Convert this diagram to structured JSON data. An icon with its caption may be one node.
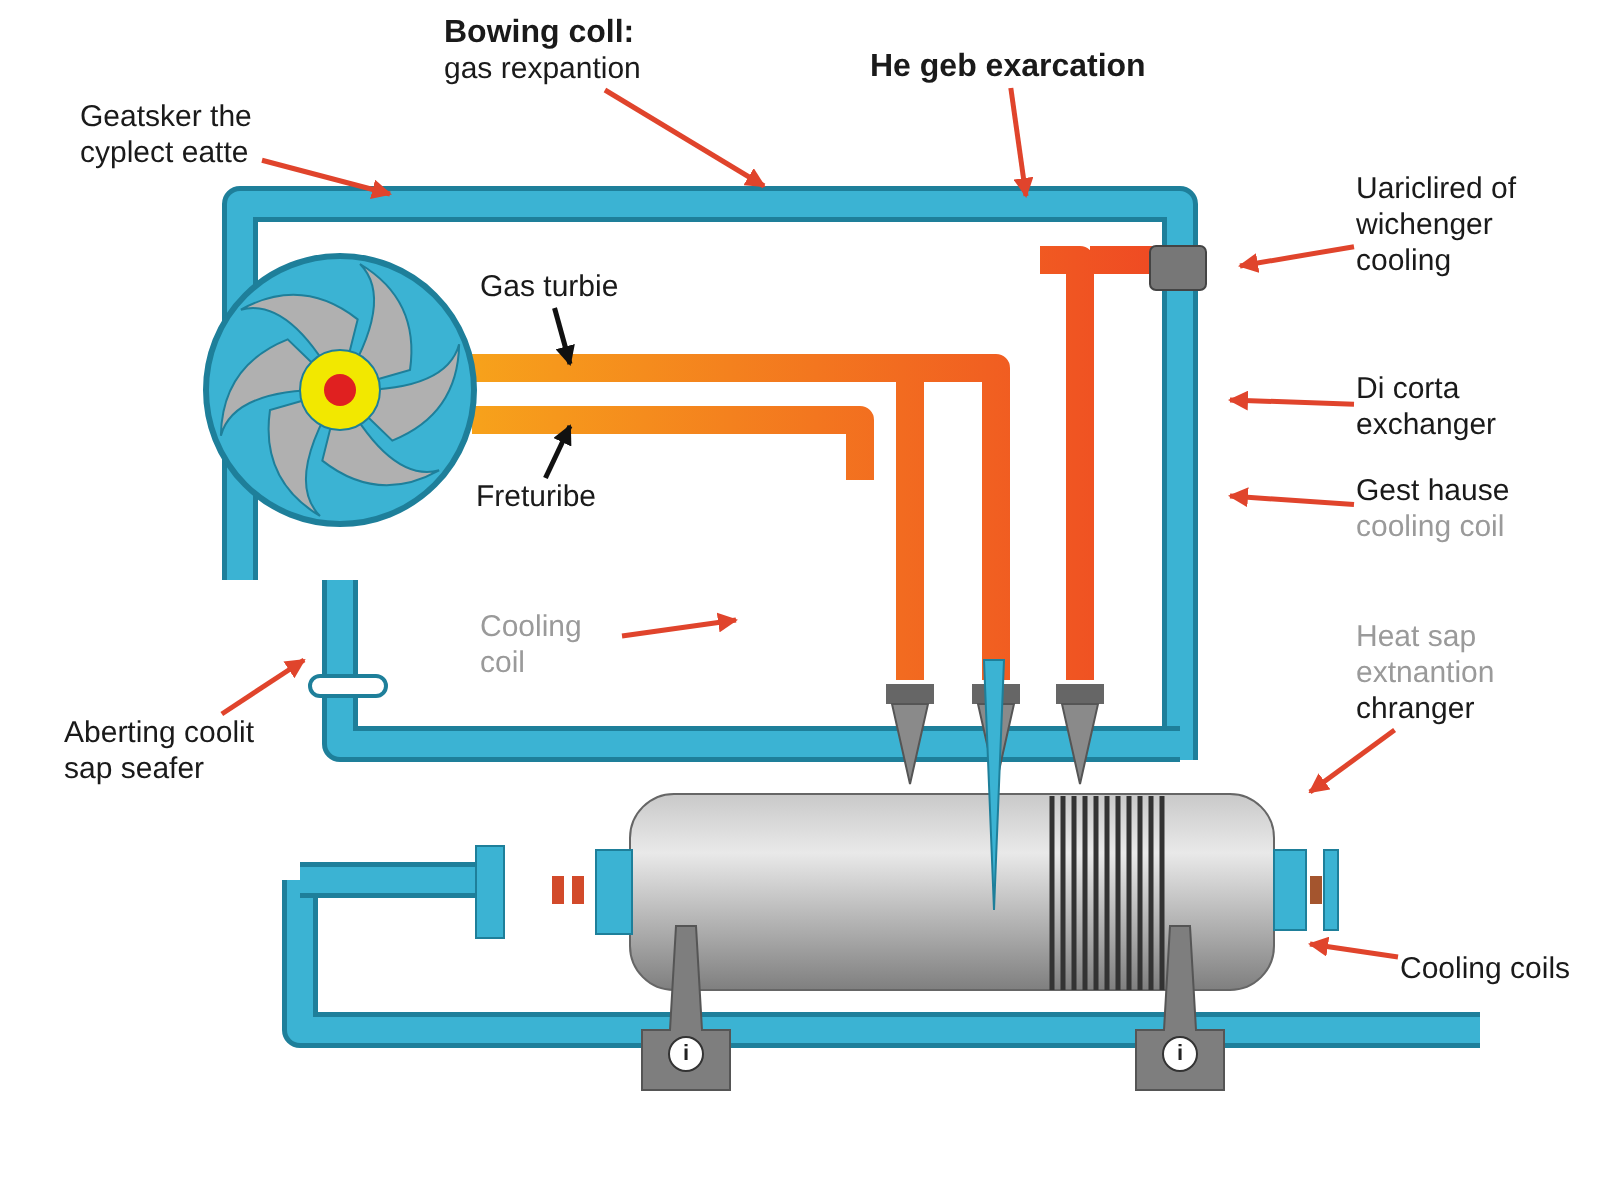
{
  "diagram": {
    "nodes": [
      {
        "text": [
          "Bowing coll:",
          "gas rexpantion"
        ]
      },
      {
        "text": [
          "Geatsker the cyplect eatte"
        ]
      },
      {
        "text": [
          "He geb exarcation"
        ]
      },
      {
        "text": [
          "Uariclired of wichenger cooling"
        ]
      },
      {
        "text": [
          "Gas turbie"
        ]
      },
      {
        "text": [
          "Freturibe"
        ]
      },
      {
        "text": [
          "Di corta exchanger"
        ]
      },
      {
        "text": [
          "Gest hause",
          "cooling coil"
        ]
      },
      {
        "text": [
          "Cooling coil"
        ]
      },
      {
        "text": [
          "Heat sap extnantion",
          "chranger"
        ]
      },
      {
        "text": [
          "Aberting coolit sap seafer"
        ]
      },
      {
        "text": [
          "Cooling coils"
        ]
      }
    ],
    "edges": [
      {
        "from": 0,
        "to": null,
        "arrow": "to"
      },
      {
        "from": 1,
        "to": null,
        "arrow": "to"
      },
      {
        "from": 2,
        "to": null,
        "arrow": "to"
      },
      {
        "from": 3,
        "to": null,
        "arrow": "to"
      },
      {
        "from": 4,
        "to": null,
        "arrow": "to",
        "color": "#111111"
      },
      {
        "from": 5,
        "to": null,
        "arrow": "to",
        "color": "#111111"
      },
      {
        "from": 6,
        "to": null,
        "arrow": "to"
      },
      {
        "from": 7,
        "to": null,
        "arrow": "to"
      },
      {
        "from": 8,
        "to": null,
        "arrow": "to"
      },
      {
        "from": 9,
        "to": null,
        "arrow": "to"
      },
      {
        "from": 10,
        "to": null,
        "arrow": "to"
      },
      {
        "from": 11,
        "to": null,
        "arrow": "to"
      }
    ],
    "labels": [
      "i",
      "i"
    ]
  }
}
